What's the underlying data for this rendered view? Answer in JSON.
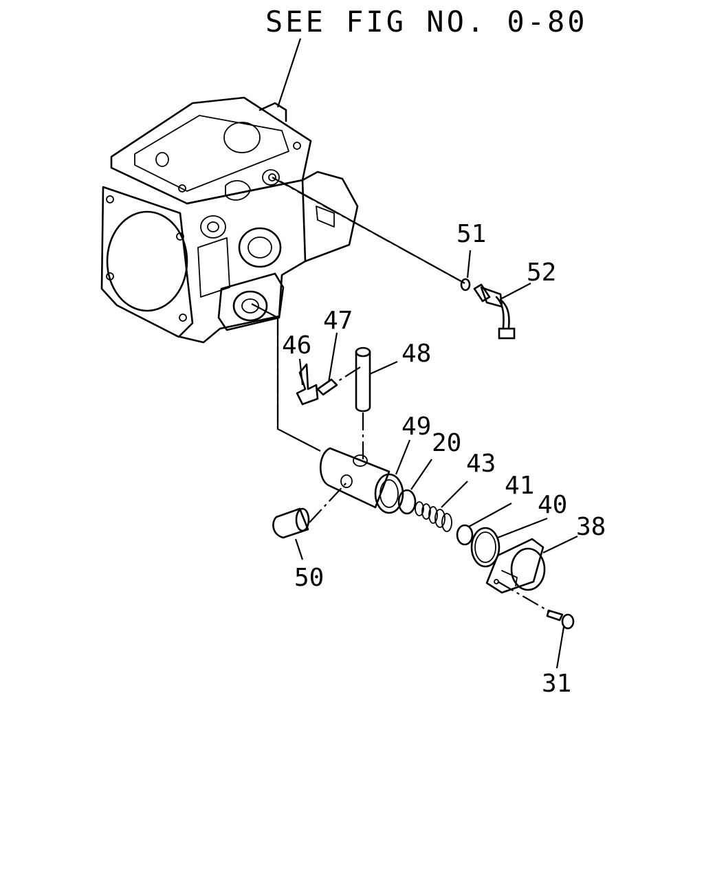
{
  "title": "SEE FIG NO. 0-80",
  "callouts": {
    "c51": "51",
    "c52": "52",
    "c47": "47",
    "c46": "46",
    "c48": "48",
    "c49": "49",
    "c20": "20",
    "c43": "43",
    "c41": "41",
    "c40": "40",
    "c38": "38",
    "c50": "50",
    "c31": "31"
  }
}
